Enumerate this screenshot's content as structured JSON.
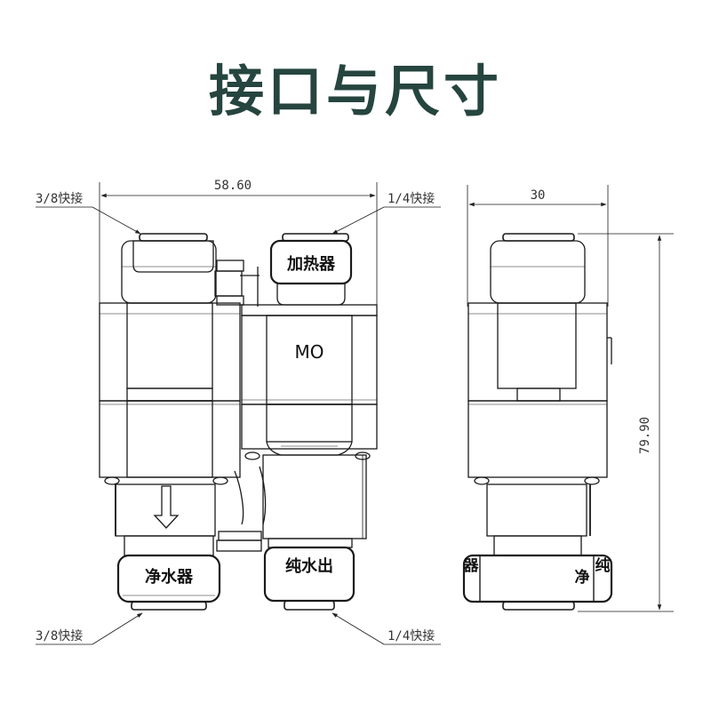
{
  "title": "接口与尺寸",
  "front_view": {
    "width_dim": "58.60",
    "top_left_port": "3/8快接",
    "top_right_port": "1/4快接",
    "bottom_left_port": "3/8快接",
    "bottom_right_port": "1/4快接",
    "heater_label": "加热器",
    "mo_label": "MO",
    "purifier_label": "净水器",
    "pure_water_label": "纯水出"
  },
  "side_view": {
    "width_dim": "30",
    "height_dim": "79.90",
    "left_cut_label": "器",
    "mid_cut_label": "净",
    "right_cut_label": "纯"
  }
}
